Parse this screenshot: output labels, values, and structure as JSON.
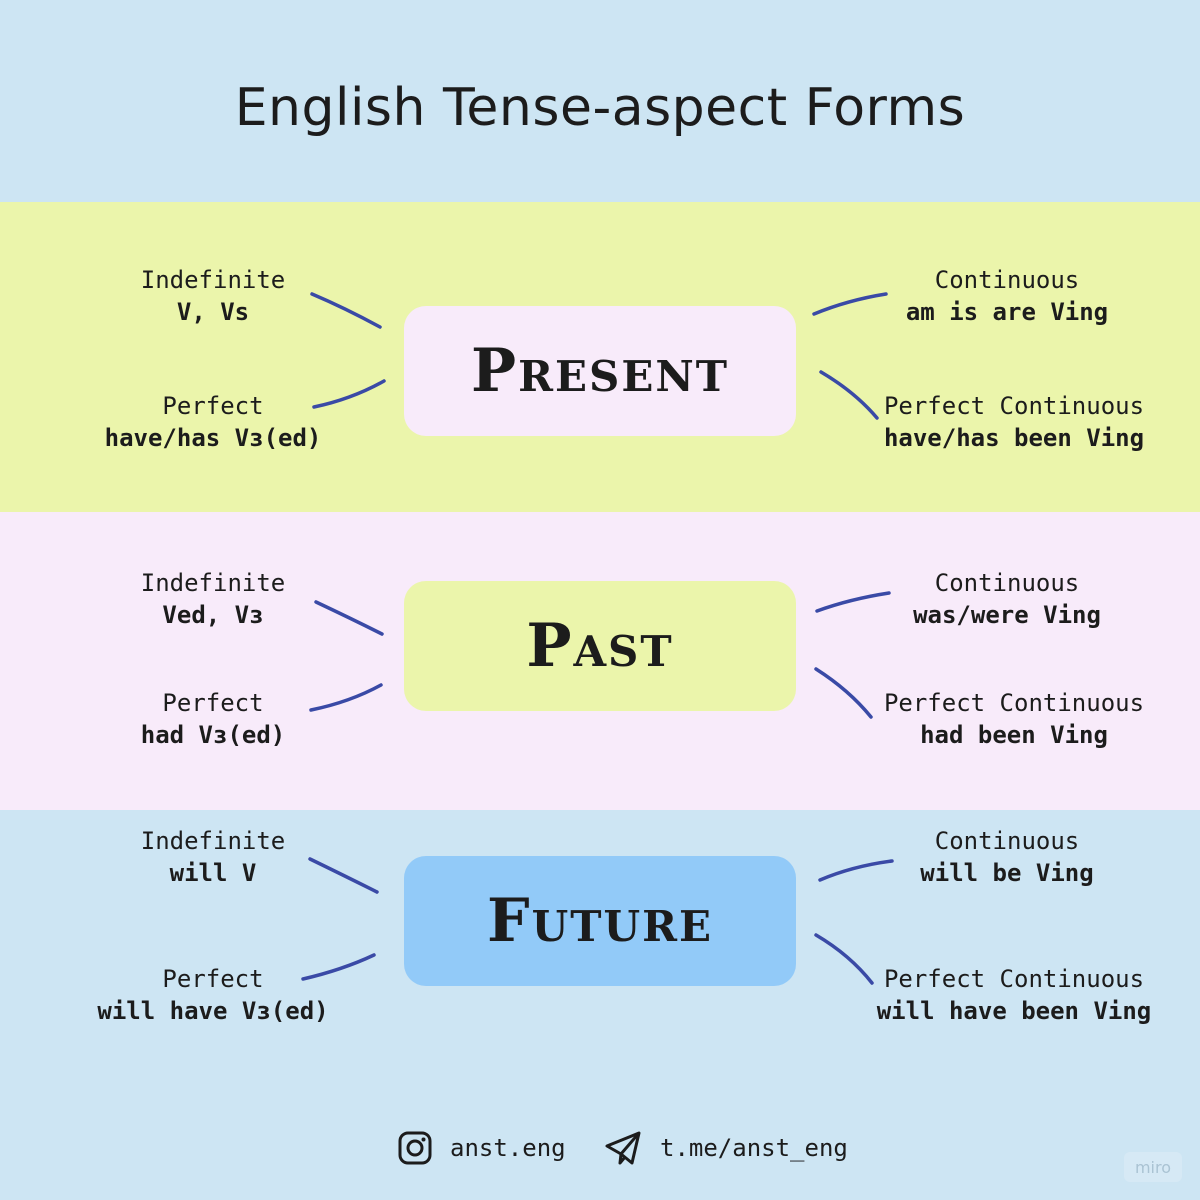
{
  "title": "English Tense-aspect Forms",
  "colors": {
    "top_bg": "#cde5f3",
    "present_band": "#ebf5ab",
    "past_band": "#f8ebfa",
    "future_band": "#cde5f3",
    "present_box": "#f8ebfa",
    "past_box": "#ebf5ab",
    "future_box": "#92caf8",
    "connector": "#3a4aa6"
  },
  "present": {
    "name": "Present",
    "indefinite": {
      "label": "Indefinite",
      "form": "V, Vs"
    },
    "continuous": {
      "label": "Continuous",
      "form": "am is are Ving"
    },
    "perfect": {
      "label": "Perfect",
      "form": "have/has Vз(ed)"
    },
    "perfect_continuous": {
      "label": "Perfect Continuous",
      "form": "have/has been Ving"
    }
  },
  "past": {
    "name": "Past",
    "indefinite": {
      "label": "Indefinite",
      "form": "Ved, Vз"
    },
    "continuous": {
      "label": "Continuous",
      "form": "was/were Ving"
    },
    "perfect": {
      "label": "Perfect",
      "form": "had Vз(ed)"
    },
    "perfect_continuous": {
      "label": "Perfect Continuous",
      "form": "had been Ving"
    }
  },
  "future": {
    "name": "Future",
    "indefinite": {
      "label": "Indefinite",
      "form": "will V"
    },
    "continuous": {
      "label": "Continuous",
      "form": "will be Ving"
    },
    "perfect": {
      "label": "Perfect",
      "form": "will have Vз(ed)"
    },
    "perfect_continuous": {
      "label": "Perfect Continuous",
      "form": "will have been Ving"
    }
  },
  "footer": {
    "instagram_icon": "instagram-icon",
    "instagram": "anst.eng",
    "telegram_icon": "telegram-icon",
    "telegram": "t.me/anst_eng"
  },
  "watermark": "miro"
}
